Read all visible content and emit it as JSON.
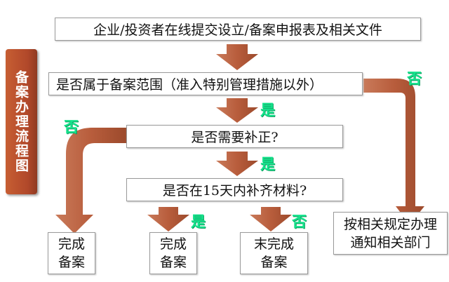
{
  "title": "备案办理流程图",
  "nodes": {
    "submit": "企业/投资者在线提交设立/备案申报表及相关文件",
    "scope": "是否属于备案范围（准入特别管理措施以外）",
    "correction": "是否需要补正?",
    "supplement": "是否在15天内补齐材料?",
    "done1_l1": "完成",
    "done1_l2": "备案",
    "done2_l1": "完成",
    "done2_l2": "备案",
    "notdone_l1": "末完成",
    "notdone_l2": "备案",
    "other_l1": "按相关规定办理",
    "other_l2": "通知相关部门"
  },
  "labels": {
    "yes1": "是",
    "yes2": "是",
    "yes3": "是",
    "no1": "否",
    "no2": "否",
    "no3": "否"
  },
  "colors": {
    "arrow": "#b85d3c",
    "label": "#14e38c",
    "banner": "#c0552f"
  }
}
